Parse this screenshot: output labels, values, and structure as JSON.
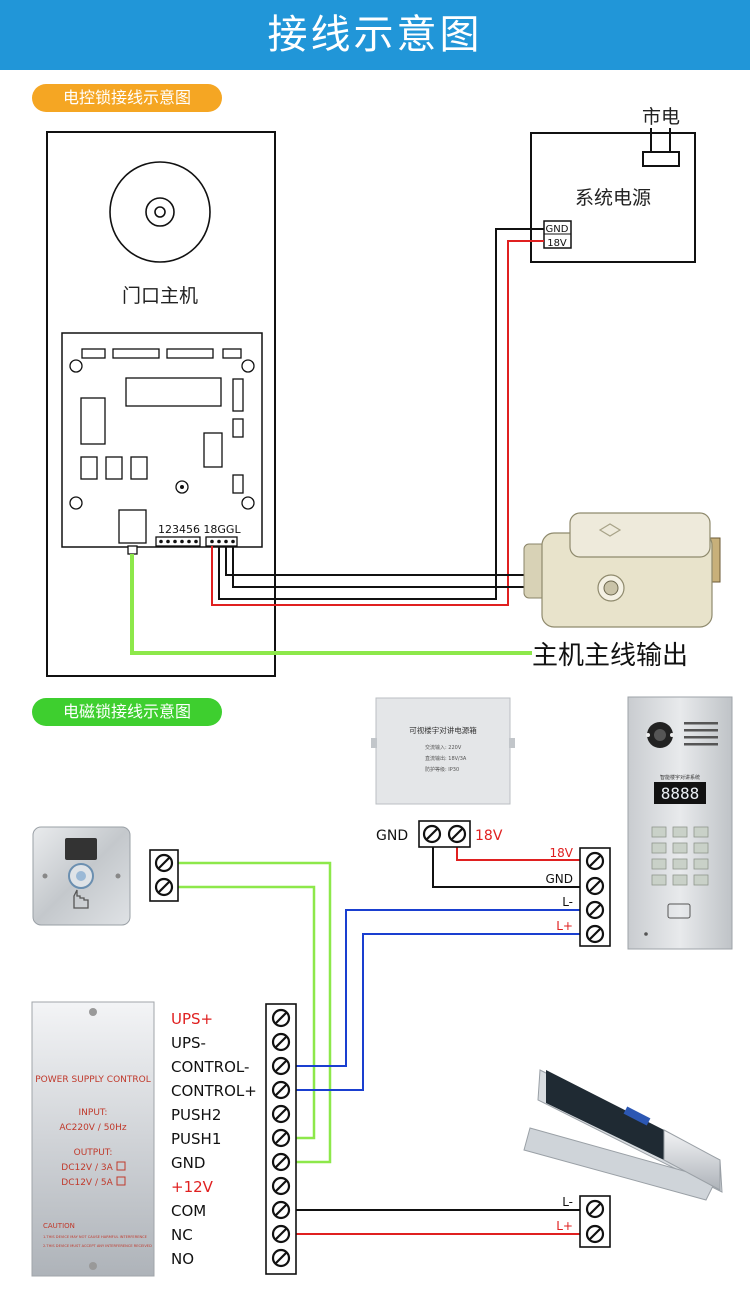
{
  "header": {
    "title": "接线示意图"
  },
  "section1": {
    "pill_label": "电控锁接线示意图",
    "pill_color": "#f5a623",
    "door_unit_label": "门口主机",
    "terminal_a": "123456",
    "terminal_b": "18GGL",
    "mains_label": "市电",
    "power_label": "系统电源",
    "gnd_label": "GND",
    "v18_label": "18V",
    "output_label": "主机主线输出"
  },
  "section2": {
    "pill_label": "电磁锁接线示意图",
    "pill_color": "#3ecf2f",
    "psu_box_title": "可视楼宇对讲电源箱",
    "psu_box_lines": [
      "交流输入: 220V",
      "直流输出: 18V/3A",
      "防护等级: IP30"
    ],
    "gnd_label": "GND",
    "v18_label": "18V",
    "intercom_terminals": [
      "18V",
      "GND",
      "L-",
      "L+"
    ],
    "intercom_display": "8888",
    "intercom_display_title": "智能楼宇对讲系统",
    "power_control": {
      "title": "POWER SUPPLY CONTROL",
      "input_label": "INPUT:",
      "input_value": "AC220V / 50Hz",
      "output_label": "OUTPUT:",
      "output_1": "DC12V / 3A",
      "output_2": "DC12V / 5A",
      "caution": "CAUTION",
      "caution_1": "1.THIS DEVICE MAY NOT CAUSE HARMFUL INTERFERENCE",
      "caution_2": "2.THIS DEVICE MUST ACCEPT ANY INTERFERENCE RECEIVED"
    },
    "terminal_labels": [
      "UPS+",
      "UPS-",
      "CONTROL-",
      "CONTROL+",
      "PUSH2",
      "PUSH1",
      "GND",
      "+12V",
      "COM",
      "NC",
      "NO"
    ],
    "lock_terminals": [
      "L-",
      "L+"
    ]
  },
  "colors": {
    "red": "#e02020",
    "blue": "#1a3fd0",
    "green": "#8de84a",
    "black": "#111111",
    "header": "#2196d8"
  }
}
